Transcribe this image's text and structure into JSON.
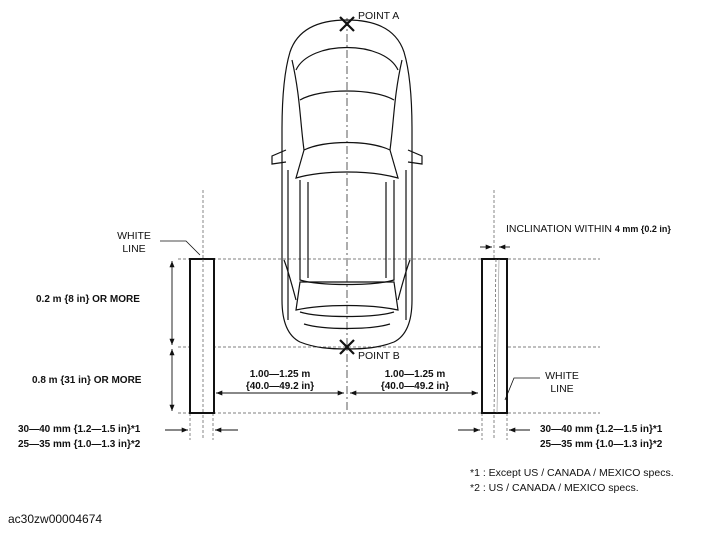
{
  "labels": {
    "point_a": "POINT A",
    "point_b": "POINT B",
    "white_line_left_1": "WHITE",
    "white_line_left_2": "LINE",
    "white_line_right_1": "WHITE",
    "white_line_right_2": "LINE",
    "inclination": "INCLINATION WITHIN",
    "inclination_value": "4 mm {0.2 in}",
    "upper_distance": "0.2 m {8 in} OR MORE",
    "lower_distance": "0.8 m {31 in} OR MORE",
    "gap_left_1": "1.00—1.25 m",
    "gap_left_2": "{40.0—49.2 in}",
    "gap_right_1": "1.00—1.25 m",
    "gap_right_2": "{40.0—49.2 in}",
    "width_left_1": "30—40 mm {1.2—1.5 in}*1",
    "width_left_2": "25—35 mm {1.0—1.3 in}*2",
    "width_right_1": "30—40 mm {1.2—1.5 in}*1",
    "width_right_2": "25—35 mm {1.0—1.3 in}*2",
    "note_1": "*1 : Except US / CANADA / MEXICO specs.",
    "note_2": "*2 : US / CANADA / MEXICO specs."
  },
  "figure_id": "ac30zw00004674"
}
